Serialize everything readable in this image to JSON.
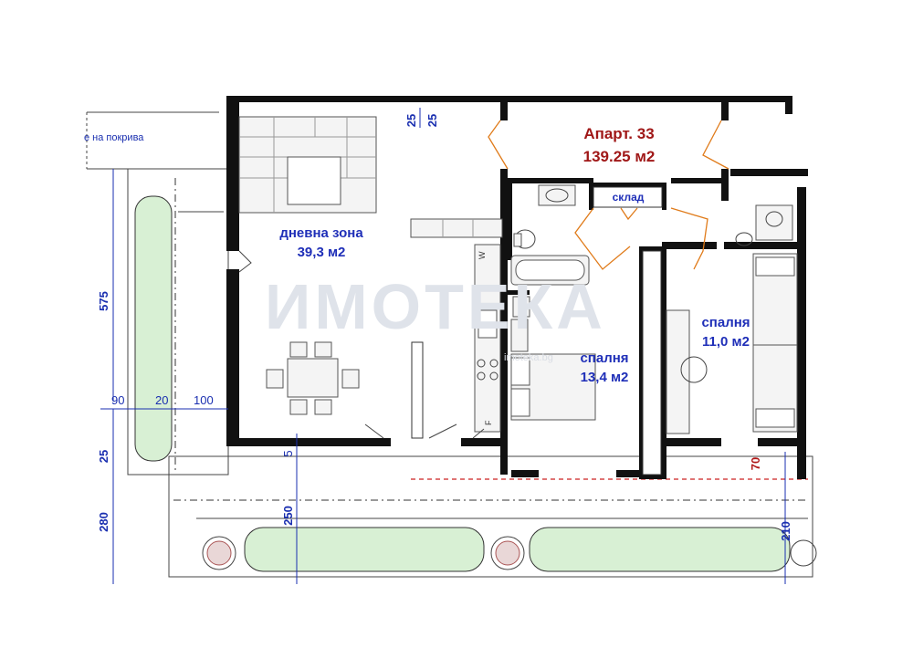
{
  "apartment": {
    "title": "Апарт. 33",
    "area": "139.25 м2"
  },
  "rooms": {
    "living": {
      "name": "дневна зона",
      "area": "39,3 м2"
    },
    "bedroom1": {
      "name": "спалня",
      "area": "13,4 м2"
    },
    "bedroom2": {
      "name": "спалня",
      "area": "11,0 м2"
    },
    "storage": {
      "name": "склад"
    }
  },
  "roof_note": "е на покрива",
  "dimensions": {
    "d575": "575",
    "d90": "90",
    "d20": "20",
    "d100": "100",
    "d25_left": "25",
    "d280": "280",
    "d250": "250",
    "d210": "210",
    "d70": "70",
    "d25_top_a": "25",
    "d25_top_b": "25",
    "d5": "5"
  },
  "appliance_labels": {
    "w": "W",
    "f": "F"
  },
  "watermark": {
    "brand": "ИМОТЕКА",
    "site": "imoteka.bg"
  },
  "colors": {
    "room_label": "#1f2fb8",
    "apartment_label": "#a01818",
    "door_swing": "#e07b1a",
    "terrace_grass": "#d8f0d4",
    "boundary_line": "#cc2222"
  }
}
